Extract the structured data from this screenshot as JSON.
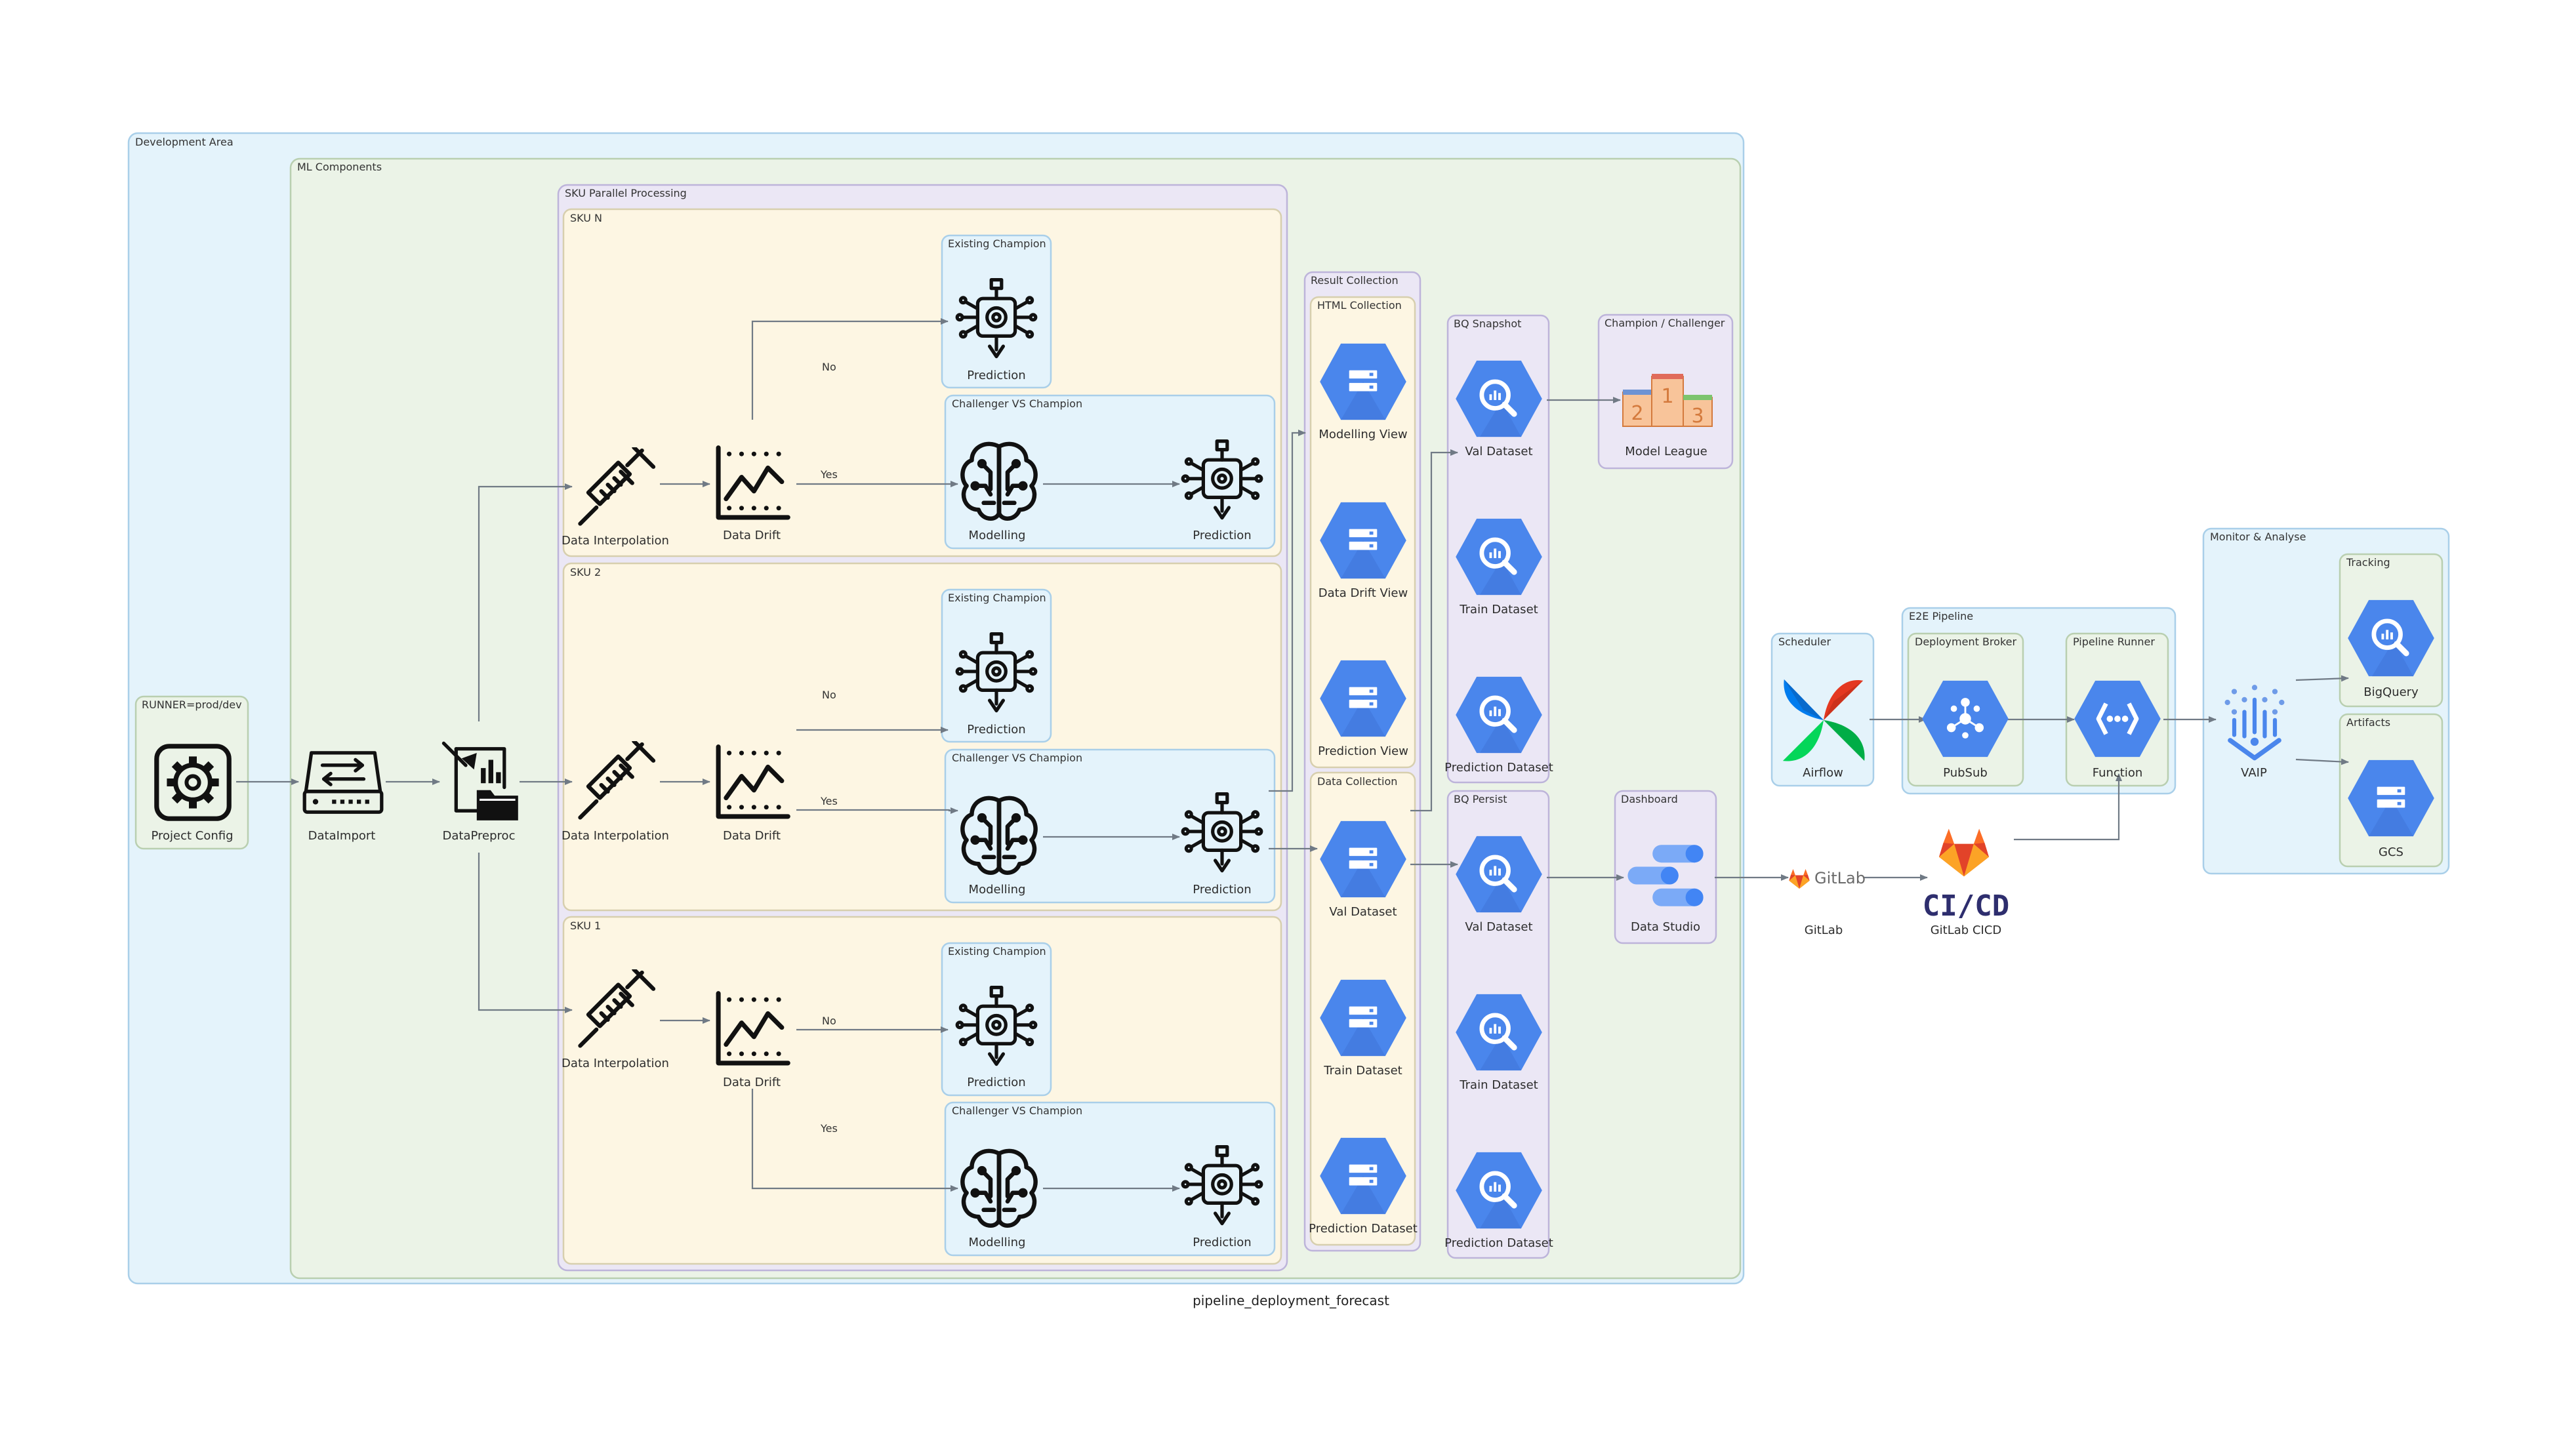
{
  "caption": "pipeline_deployment_forecast",
  "colors": {
    "blue_bg": "#e4f3fb",
    "blue_border": "#a9cfe9",
    "green_bg": "#ebf3e7",
    "green_border": "#b9cfb0",
    "purple_bg": "#ebe7f5",
    "purple_border": "#bdb4da",
    "yellow_bg": "#fdf6e3",
    "yellow_border": "#d7cfae",
    "gcp_blue": "#4a86ec",
    "edge": "#707a85"
  },
  "clusters": {
    "development_area": "Development Area",
    "ml_components": "ML Components",
    "sku_parallel": "SKU Parallel Processing",
    "sku_n": "SKU N",
    "sku_2": "SKU 2",
    "sku_1": "SKU 1",
    "existing_champion": "Existing Champion",
    "challenger_vs_champion": "Challenger VS Champion",
    "runner": "RUNNER=prod/dev",
    "result_collection": "Result Collection",
    "html_collection": "HTML Collection",
    "data_collection": "Data Collection",
    "bq_snapshot": "BQ Snapshot",
    "bq_persist": "BQ Persist",
    "champion_challenger": "Champion / Challenger",
    "dashboard": "Dashboard",
    "scheduler": "Scheduler",
    "e2e_pipeline": "E2E Pipeline",
    "deployment_broker": "Deployment Broker",
    "pipeline_runner": "Pipeline Runner",
    "monitor_analyse": "Monitor & Analyse",
    "tracking": "Tracking",
    "artifacts": "Artifacts"
  },
  "nodes": {
    "project_config": "Project Config",
    "data_import": "DataImport",
    "data_preproc": "DataPreproc",
    "data_interpolation": "Data Interpolation",
    "data_drift": "Data Drift",
    "prediction": "Prediction",
    "modelling": "Modelling",
    "modelling_view": "Modelling View",
    "data_drift_view": "Data Drift View",
    "prediction_view": "Prediction View",
    "val_dataset": "Val Dataset",
    "train_dataset": "Train Dataset",
    "prediction_dataset": "Prediction Dataset",
    "model_league": "Model League",
    "data_studio": "Data Studio",
    "airflow": "Airflow",
    "pubsub": "PubSub",
    "function": "Function",
    "vaip": "VAIP",
    "bigquery": "BigQuery",
    "gcs": "GCS",
    "gitlab": "GitLab",
    "gitlab_cicd": "GitLab CICD",
    "gitlab_logo_text": "GitLab",
    "cicd_logo_text": "CI/CD"
  },
  "edge_labels": {
    "yes": "Yes",
    "no": "No"
  },
  "podium": {
    "first": "1",
    "second": "2",
    "third": "3"
  }
}
